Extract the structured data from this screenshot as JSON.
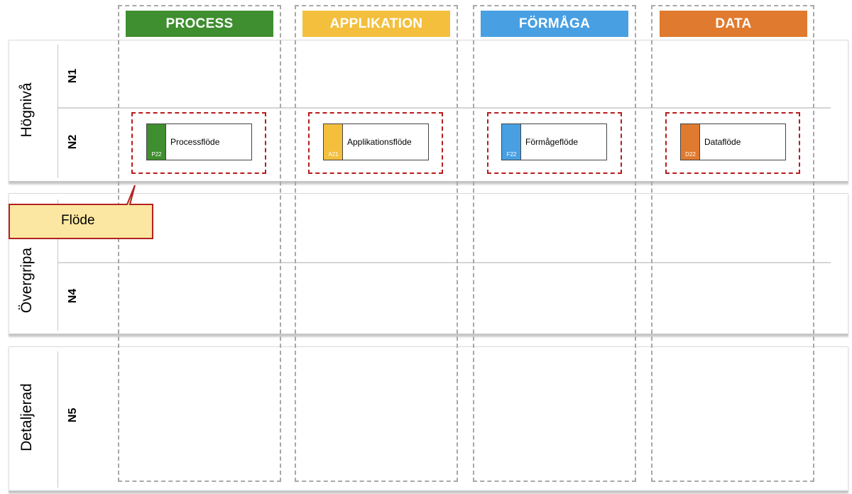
{
  "columns": [
    {
      "title": "PROCESS",
      "color": "#3f8e2f"
    },
    {
      "title": "APPLIKATION",
      "color": "#f3bf3d"
    },
    {
      "title": "FÖRMÅGA",
      "color": "#489fe2"
    },
    {
      "title": "DATA",
      "color": "#e07a2e"
    }
  ],
  "bands": {
    "hognivå": "Högnivå",
    "overgripande": "Övergripa",
    "detaljerad": "Detaljerad"
  },
  "levels": {
    "n1": "N1",
    "n2": "N2",
    "n4": "N4",
    "n5": "N5"
  },
  "flows": [
    {
      "code": "P22",
      "name": "Processflöde",
      "color": "#3f8e2f"
    },
    {
      "code": "A21",
      "name": "Applikationsflöde",
      "color": "#f3bf3d"
    },
    {
      "code": "F22",
      "name": "Förmågeflöde",
      "color": "#489fe2"
    },
    {
      "code": "D22",
      "name": "Dataflöde",
      "color": "#e07a2e"
    }
  ],
  "callout": {
    "text": "Flöde",
    "fill": "#fbe7a1",
    "border": "#b22222"
  }
}
